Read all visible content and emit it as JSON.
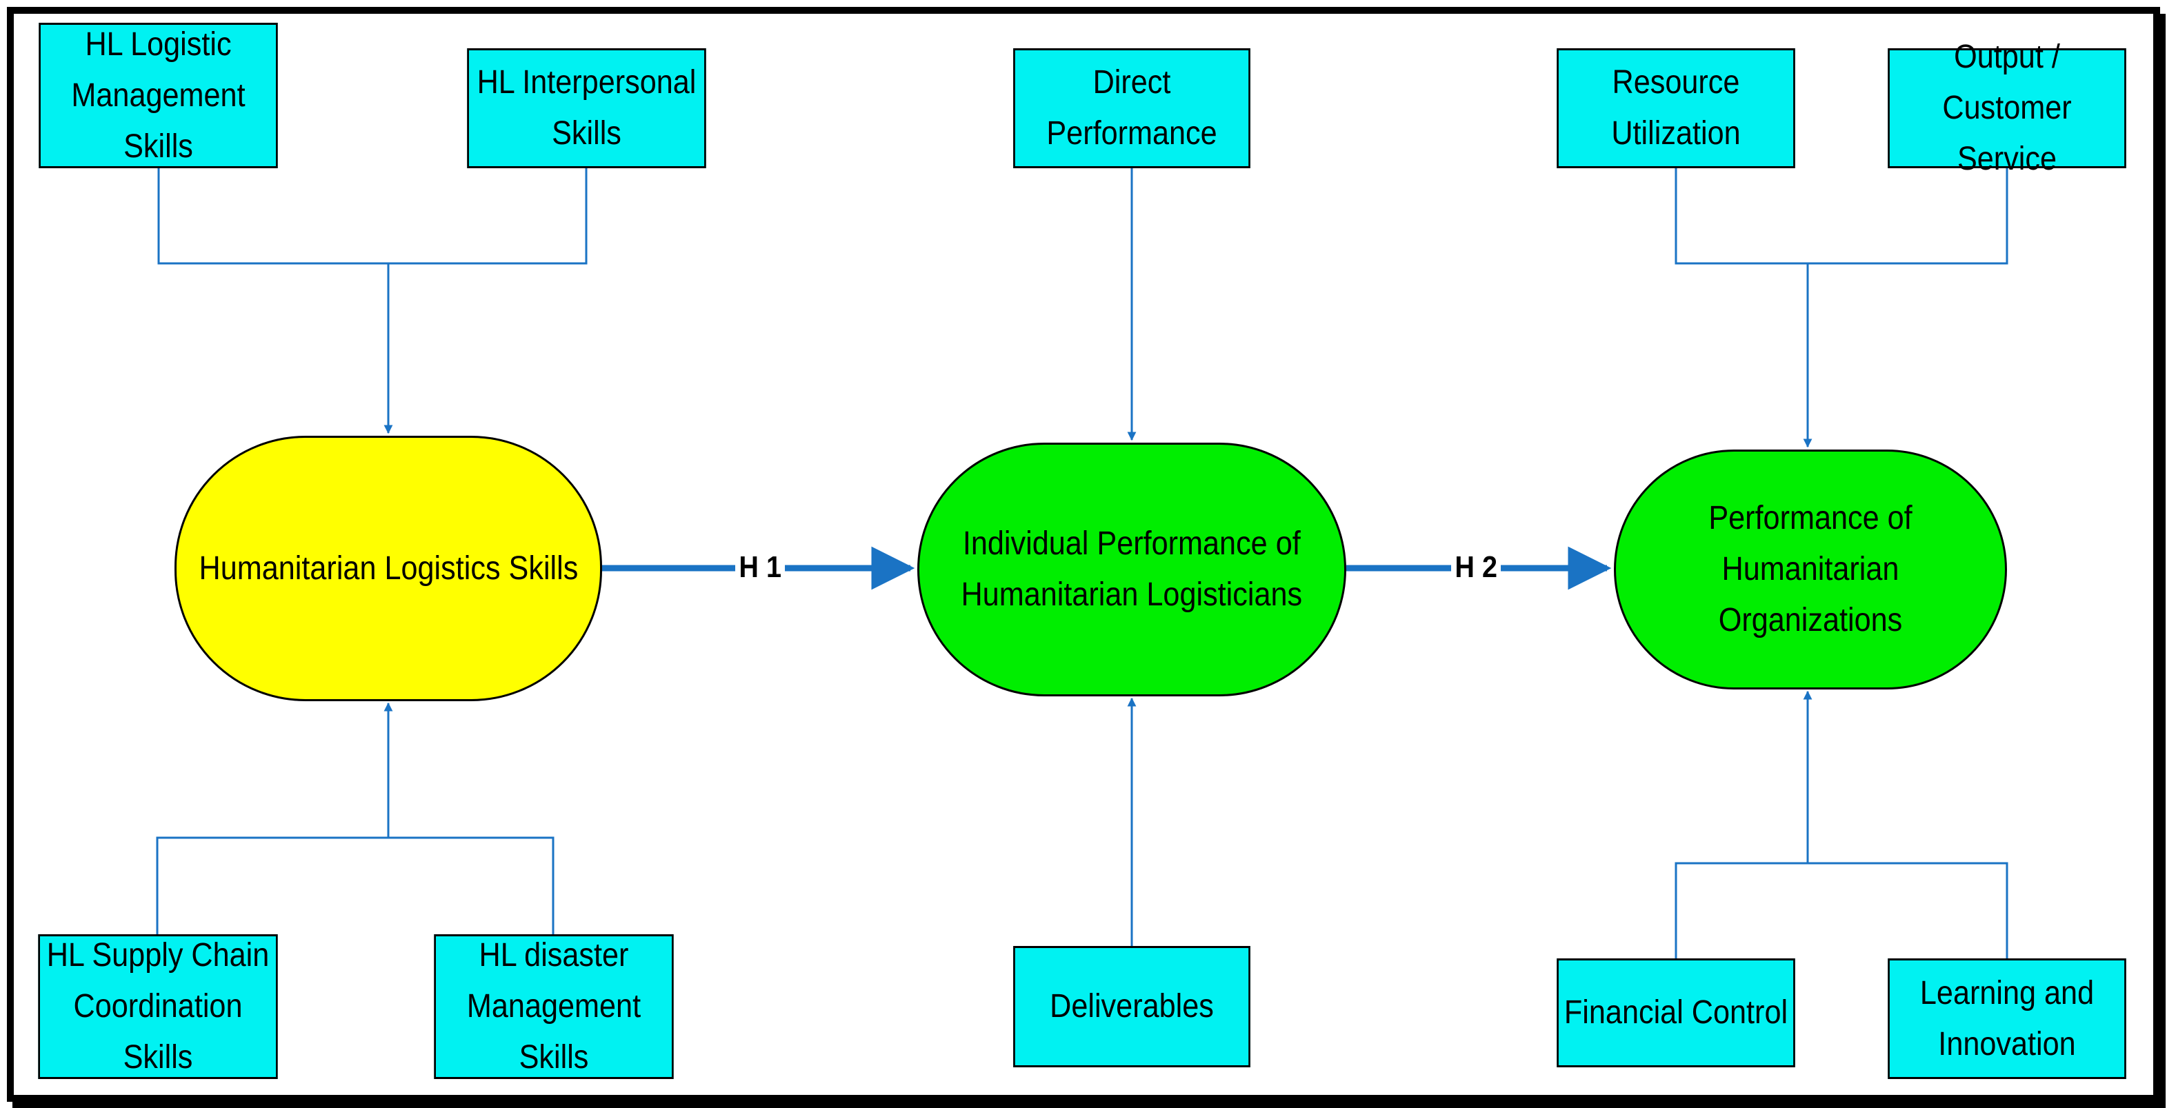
{
  "colors": {
    "box_fill": "#00f2f2",
    "yellow_node": "#ffff00",
    "green_node": "#00ee00",
    "connector": "#1a73c4",
    "border": "#000000"
  },
  "nodes": {
    "skills": "Humanitarian Logistics Skills",
    "individual": "Individual Performance of\nHumanitarian Logisticians",
    "organization": "Performance of\nHumanitarian Organizations"
  },
  "inputs": {
    "logistic_mgmt": "HL Logistic\nManagement Skills",
    "interpersonal": "HL Interpersonal\nSkills",
    "supply_chain": "HL Supply Chain\nCoordination Skills",
    "disaster_mgmt": "HL disaster\nManagement Skills",
    "direct_performance": "Direct\nPerformance",
    "deliverables": "Deliverables",
    "resource_utilization": "Resource\nUtilization",
    "output_customer": "Output / Customer\nService",
    "financial_control": "Financial Control",
    "learning_innovation": "Learning and\nInnovation"
  },
  "hypotheses": {
    "h1": "H 1",
    "h2": "H 2"
  }
}
